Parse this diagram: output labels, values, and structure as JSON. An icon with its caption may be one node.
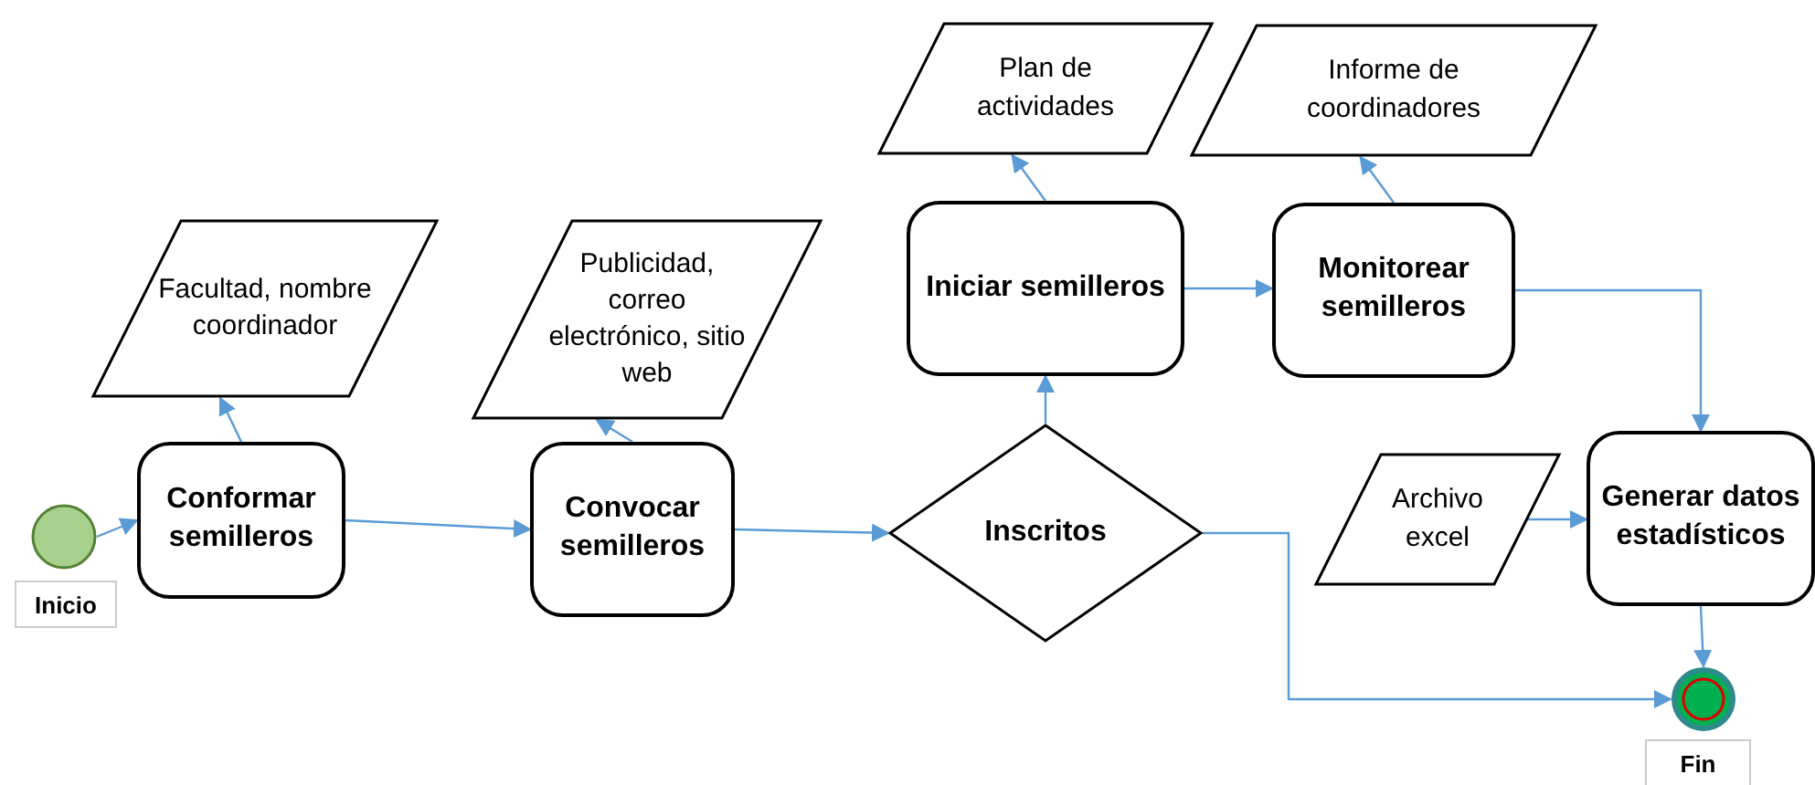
{
  "diagram": {
    "nodes": [
      {
        "text": [],
        "shape": "circle",
        "beside": [
          "Inicio"
        ]
      },
      {
        "text": [
          "Conformar semilleros"
        ]
      },
      {
        "text": [
          "Facultad, nombre coordinador"
        ]
      },
      {
        "text": [
          "Convocar semilleros"
        ]
      },
      {
        "text": [
          "Publicidad, correo electrónico, sitio web"
        ]
      },
      {
        "text": [
          "Inscritos"
        ]
      },
      {
        "text": [
          "Iniciar semilleros"
        ]
      },
      {
        "text": [
          "Plan de actividades"
        ]
      },
      {
        "text": [
          "Monitorear semilleros"
        ]
      },
      {
        "text": [
          "Informe de coordinadores"
        ]
      },
      {
        "text": [
          "Archivo excel"
        ]
      },
      {
        "text": [
          "Generar datos estadísticos"
        ]
      },
      {
        "text": [],
        "shape": "circle",
        "beside": [
          "Fin"
        ]
      }
    ],
    "edges": [
      {
        "from": 0,
        "to": 1,
        "arrow": "to"
      },
      {
        "from": 1,
        "to": 2,
        "arrow": "to"
      },
      {
        "from": 1,
        "to": 3,
        "arrow": "to"
      },
      {
        "from": 3,
        "to": 4,
        "arrow": "to"
      },
      {
        "from": 3,
        "to": 5,
        "arrow": "to"
      },
      {
        "from": 5,
        "to": 6,
        "arrow": "to"
      },
      {
        "from": 6,
        "to": 7,
        "arrow": "to"
      },
      {
        "from": 6,
        "to": 8,
        "arrow": "to"
      },
      {
        "from": 8,
        "to": 9,
        "arrow": "to"
      },
      {
        "from": 8,
        "to": 11,
        "arrow": "to"
      },
      {
        "from": 10,
        "to": 11,
        "arrow": "to"
      },
      {
        "from": 11,
        "to": 12,
        "arrow": "to"
      },
      {
        "from": 5,
        "to": 12,
        "arrow": "to"
      }
    ]
  }
}
